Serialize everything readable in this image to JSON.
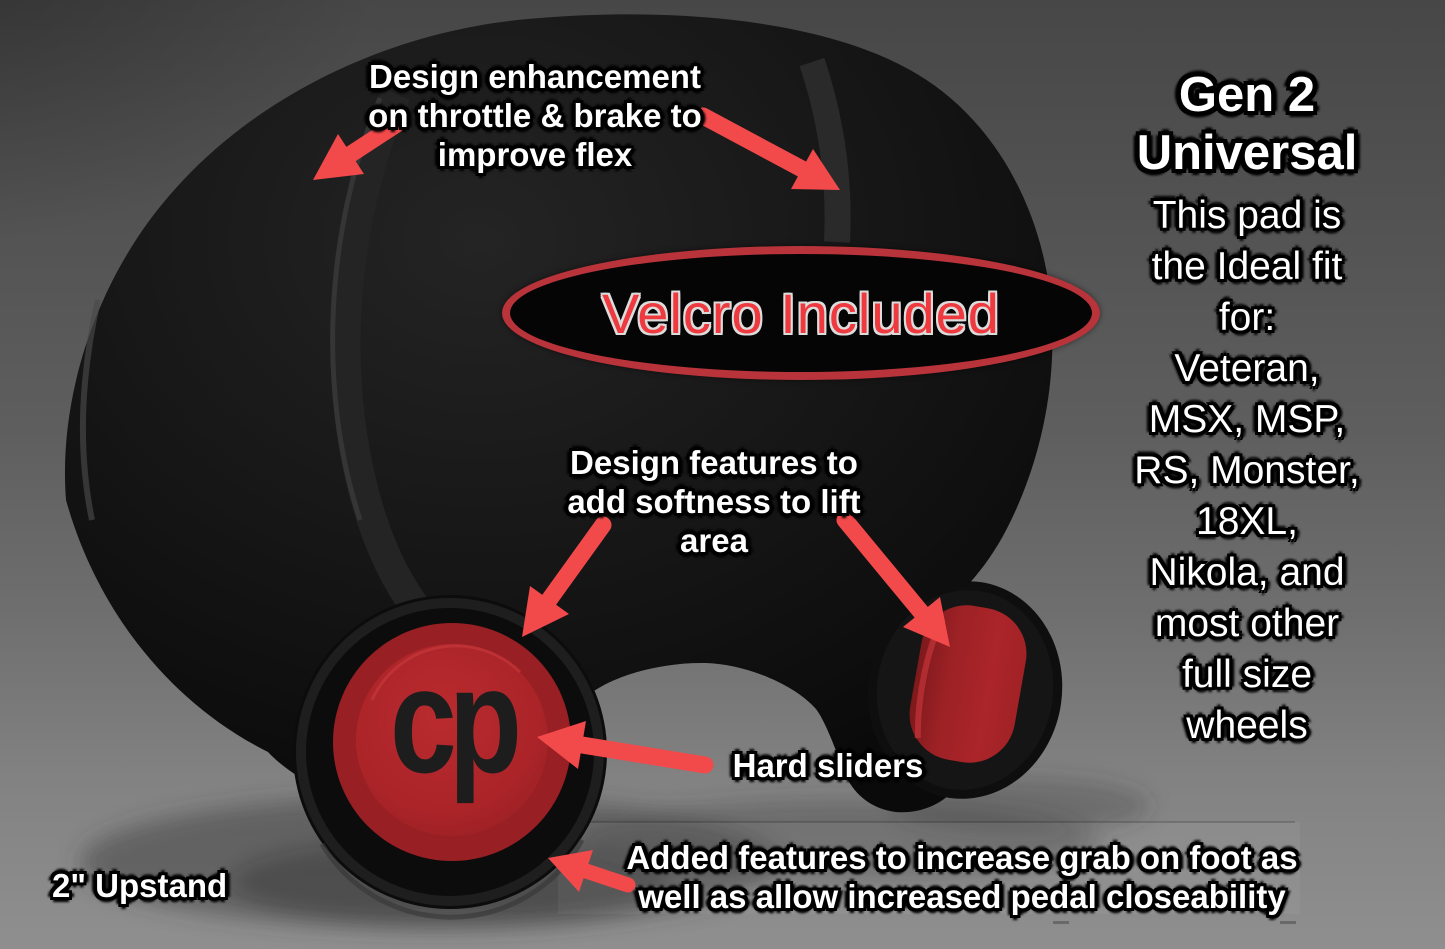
{
  "badge": {
    "text": "Velcro Included"
  },
  "callouts": {
    "flex": [
      "Design enhancement",
      "on throttle & brake to",
      "improve flex"
    ],
    "softness": [
      "Design features to",
      "add softness to lift",
      "area"
    ],
    "hard_sliders": "Hard sliders",
    "grab": [
      "Added features to increase grab on foot as",
      "well as allow increased pedal closeability"
    ],
    "upstand": "2\" Upstand"
  },
  "info_panel": {
    "title": [
      "Gen 2",
      "Universal"
    ],
    "body": [
      "This pad is",
      "the Ideal fit",
      "for:",
      "Veteran,",
      "MSX, MSP,",
      "RS, Monster,",
      "18XL,",
      "Nikola, and",
      "most other",
      "full size",
      "wheels"
    ]
  },
  "product": {
    "logo_text": "cp"
  },
  "colors": {
    "arrow_red": "#f2494b",
    "badge_text_red": "#ee3a3f",
    "badge_border_red": "#b8333a",
    "slider_red": "#ae262a",
    "pad_black": "#141414",
    "background_top": "#474747",
    "background_bottom": "#8f8f8f"
  }
}
